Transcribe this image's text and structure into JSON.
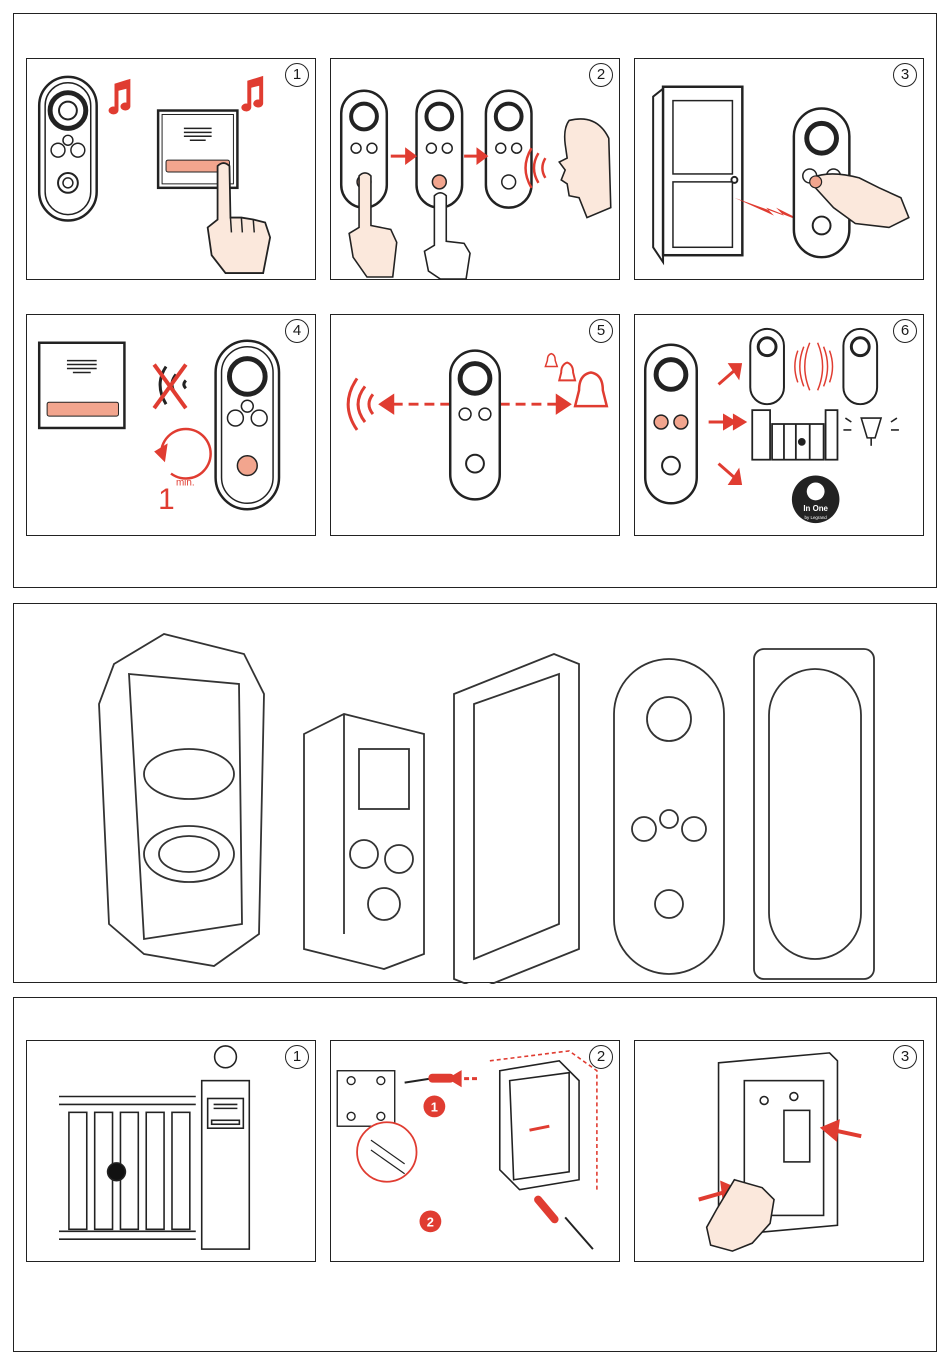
{
  "operation_steps": [
    {
      "number": "1"
    },
    {
      "number": "2"
    },
    {
      "number": "3"
    },
    {
      "number": "4",
      "timer_value": "1",
      "timer_unit": "min."
    },
    {
      "number": "5"
    },
    {
      "number": "6",
      "logo_line1": "In One",
      "logo_line2": "by Legrand"
    }
  ],
  "installation_steps": [
    {
      "number": "1"
    },
    {
      "number": "2",
      "callout_a": "1",
      "callout_b": "2"
    },
    {
      "number": "3"
    }
  ],
  "colors": {
    "accent_red": "#e03c31",
    "button_salmon": "#f2a58e",
    "line": "#222222",
    "skin": "#fbe8dc"
  },
  "icons": [
    "music-note-icon",
    "hand-press-icon",
    "door-icon",
    "lightning-icon",
    "mute-icon",
    "bell-icon",
    "sound-waves-icon",
    "gate-icon",
    "lamp-icon",
    "screwdriver-icon",
    "arrow-icon"
  ]
}
